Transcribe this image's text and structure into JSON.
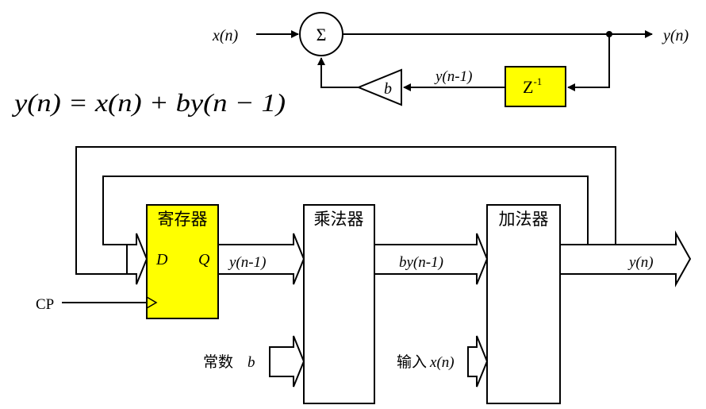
{
  "colors": {
    "highlight": "#ffff00",
    "line": "#000000",
    "background": "#ffffff"
  },
  "top_diagram": {
    "input_label": "x(n)",
    "output_label": "y(n)",
    "sum_symbol": "Σ",
    "gain_label": "b",
    "delay_label": "Z",
    "delay_exponent": "-1",
    "feedback_label": "y(n-1)"
  },
  "equation": "y(n) = x(n) + by(n − 1)",
  "bottom_diagram": {
    "register_title": "寄存器",
    "register_d": "D",
    "register_q": "Q",
    "multiplier_title": "乘法器",
    "adder_title": "加法器",
    "clock_label": "CP",
    "constant_label": "常数",
    "constant_var": "b",
    "q_output_label": "y(n-1)",
    "product_label": "by(n-1)",
    "input_prefix": "输入",
    "input_var": "x(n)",
    "output_label": "y(n)"
  }
}
